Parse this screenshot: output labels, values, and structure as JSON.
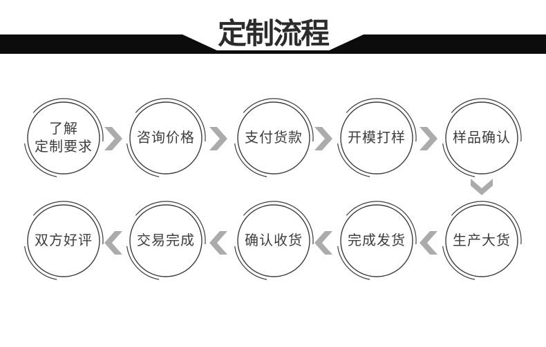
{
  "header": {
    "title": "定制流程"
  },
  "steps": [
    {
      "order": 1,
      "label": "了解\n定制要求"
    },
    {
      "order": 2,
      "label": "咨询价格"
    },
    {
      "order": 3,
      "label": "支付货款"
    },
    {
      "order": 4,
      "label": "开模打样"
    },
    {
      "order": 5,
      "label": "样品确认"
    },
    {
      "order": 6,
      "label": "生产大货"
    },
    {
      "order": 7,
      "label": "完成发货"
    },
    {
      "order": 8,
      "label": "确认收货"
    },
    {
      "order": 9,
      "label": "交易完成"
    },
    {
      "order": 10,
      "label": "双方好评"
    }
  ],
  "icons": {
    "right_arrow": "chevron-right",
    "left_arrow": "chevron-left",
    "down_arrow": "chevron-down"
  },
  "colors": {
    "band": "#0c0c0c",
    "title_text": "#2b2b2b",
    "circle_stroke": "#3a3a3a",
    "step_text": "#3d3d3d",
    "arrow": "#ababab",
    "background": "#ffffff"
  }
}
